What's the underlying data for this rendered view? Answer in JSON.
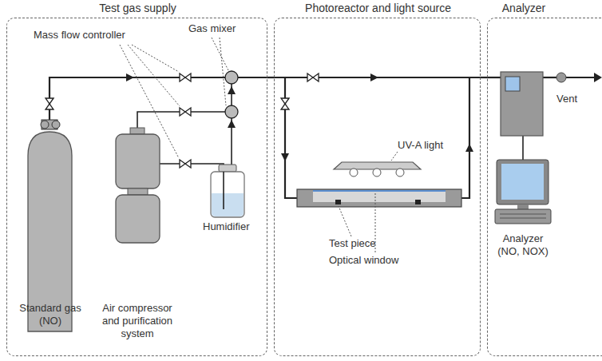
{
  "diagram": {
    "nodes": [
      {
        "text": [
          "Test gas supply"
        ]
      },
      {
        "text": [
          "Photoreactor and light source"
        ]
      },
      {
        "text": [
          "Analyzer"
        ]
      }
    ],
    "edges": [
      {
        "from": 0,
        "to": 1,
        "arrow": "none"
      },
      {
        "from": 1,
        "to": 2,
        "arrow": "none"
      }
    ],
    "labels": [
      "Mass flow controller",
      "Gas mixer",
      "Humidifier",
      "Standard gas (NO)",
      "Air compressor and purification system",
      "UV-A light",
      "Test piece",
      "Optical window",
      "Vent",
      "Analyzer (NO, NOX)"
    ]
  }
}
